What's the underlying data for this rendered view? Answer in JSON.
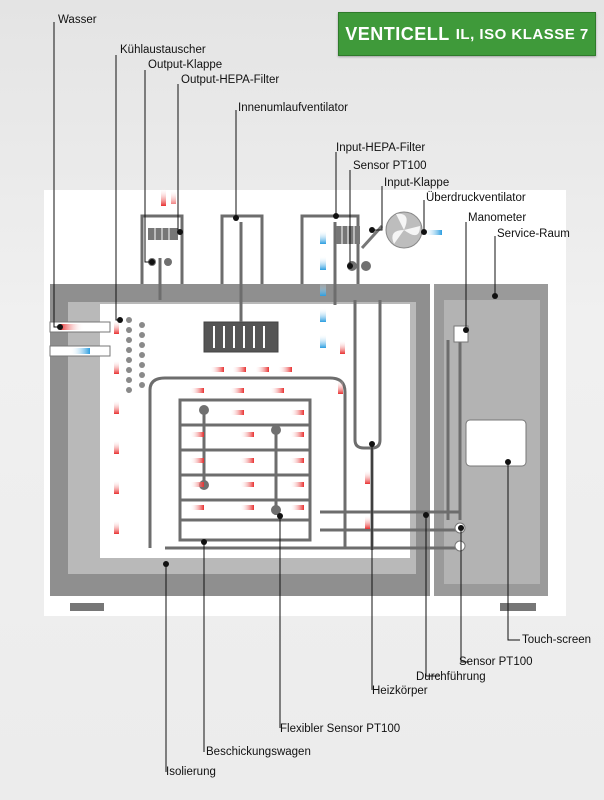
{
  "banner": {
    "brand": "VENTICELL",
    "subtitle": "IL, ISO KLASSE 7"
  },
  "labels": {
    "wasser": "Wasser",
    "kuehlaustauscher": "Kühlaustauscher",
    "output_klappe": "Output-Klappe",
    "output_hepa": "Output-HEPA-Filter",
    "innenumlaufventilator": "Innenumlaufventilator",
    "input_hepa": "Input-HEPA-Filter",
    "sensor_top": "Sensor PT100",
    "input_klappe": "Input-Klappe",
    "ueberdruckventilator": "Überdruckventilator",
    "manometer": "Manometer",
    "service_raum": "Service-Raum",
    "touch_screen": "Touch-screen",
    "sensor_bottom": "Sensor PT100",
    "durchfuehrung": "Durchführung",
    "heizkoerper": "Heizkörper",
    "flexibler_sensor": "Flexibler Sensor PT100",
    "beschickungswagen": "Beschickungswagen",
    "isolierung": "Isolierung"
  },
  "colors": {
    "heat": "#e83030",
    "cool": "#2a9de0",
    "brand_green": "#3f9a3a",
    "pipe": "#6d6d6d",
    "housing": "#8c8c8c"
  }
}
